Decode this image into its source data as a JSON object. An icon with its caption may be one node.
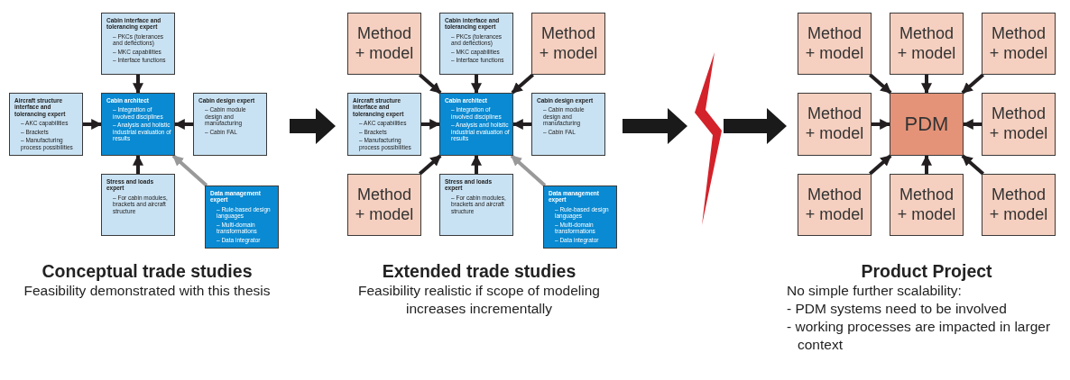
{
  "diagram": {
    "nodes": [
      {
        "text": [
          "Conceptual trade studies",
          "Feasibility demonstrated with this thesis"
        ]
      },
      {
        "text": [
          "Cabin interface and tolerancing expert",
          "– PKCs (tolerances and deflections)",
          "– MKC capabilities",
          "– Interface functions"
        ],
        "in": 0
      },
      {
        "text": [
          "Aircraft structure interface and tolerancing expert",
          "– AKC capabilities",
          "– Brackets",
          "– Manufacturing process possibilities"
        ],
        "in": 0
      },
      {
        "text": [
          "Cabin architect",
          "– Integration of involved disciplines",
          "– Analysis and holistic industrial evaluation of results"
        ],
        "in": 0
      },
      {
        "text": [
          "Cabin design expert",
          "– Cabin module design and manufacturing",
          "– Cabin FAL"
        ],
        "in": 0
      },
      {
        "text": [
          "Stress and loads expert",
          "– For cabin modules, brackets and aircraft structure"
        ],
        "in": 0
      },
      {
        "text": [
          "Data management expert",
          "– Rule-based design languages",
          "– Multi-domain transformations",
          "– Data integrator"
        ],
        "in": 0
      },
      {
        "text": [
          "Extended trade studies",
          "Feasibility realistic if scope of modeling increases incrementally"
        ]
      },
      {
        "text": [
          "Method + model"
        ],
        "in": 7
      },
      {
        "text": [
          "Cabin interface and tolerancing expert",
          "– PKCs (tolerances and deflections)",
          "– MKC capabilities",
          "– Interface functions"
        ],
        "in": 7
      },
      {
        "text": [
          "Method + model"
        ],
        "in": 7
      },
      {
        "text": [
          "Aircraft structure interface and tolerancing expert",
          "– AKC capabilities",
          "– Brackets",
          "– Manufacturing process possibilities"
        ],
        "in": 7
      },
      {
        "text": [
          "Cabin architect",
          "– Integration of involved disciplines",
          "– Analysis and holistic industrial evaluation of results"
        ],
        "in": 7
      },
      {
        "text": [
          "Cabin design expert",
          "– Cabin module design and manufacturing",
          "– Cabin FAL"
        ],
        "in": 7
      },
      {
        "text": [
          "Method + model"
        ],
        "in": 7
      },
      {
        "text": [
          "Stress and loads expert",
          "– For cabin modules, brackets and aircraft structure"
        ],
        "in": 7
      },
      {
        "text": [
          "Data management expert",
          "– Rule-based design languages",
          "– Multi-domain transformations",
          "– Data integrator"
        ],
        "in": 7
      },
      {
        "text": [],
        "shape": "picture"
      },
      {
        "text": [
          "Product Project",
          "No simple further scalability:",
          "- PDM systems need to be involved",
          "- working processes are impacted in larger context"
        ]
      },
      {
        "text": [
          "Method + model"
        ],
        "in": 18
      },
      {
        "text": [
          "Method + model"
        ],
        "in": 18
      },
      {
        "text": [
          "Method + model"
        ],
        "in": 18
      },
      {
        "text": [
          "Method + model"
        ],
        "in": 18
      },
      {
        "text": [
          "PDM"
        ],
        "in": 18
      },
      {
        "text": [
          "Method + model"
        ],
        "in": 18
      },
      {
        "text": [
          "Method + model"
        ],
        "in": 18
      },
      {
        "text": [
          "Method + model"
        ],
        "in": 18
      },
      {
        "text": [
          "Method + model"
        ],
        "in": 18
      }
    ],
    "edges": [
      {
        "from": 1,
        "to": 3,
        "arrow": "to"
      },
      {
        "from": 2,
        "to": 3,
        "arrow": "to"
      },
      {
        "from": 4,
        "to": 3,
        "arrow": "to"
      },
      {
        "from": 5,
        "to": 3,
        "arrow": "to"
      },
      {
        "from": 6,
        "to": 3,
        "arrow": "to",
        "color": "#999999"
      },
      {
        "from": 0,
        "to": 7,
        "arrow": "to",
        "style": "thick"
      },
      {
        "from": 8,
        "to": 12,
        "arrow": "to"
      },
      {
        "from": 9,
        "to": 12,
        "arrow": "to"
      },
      {
        "from": 10,
        "to": 12,
        "arrow": "to"
      },
      {
        "from": 11,
        "to": 12,
        "arrow": "to"
      },
      {
        "from": 13,
        "to": 12,
        "arrow": "to"
      },
      {
        "from": 14,
        "to": 12,
        "arrow": "to"
      },
      {
        "from": 15,
        "to": 12,
        "arrow": "to"
      },
      {
        "from": 16,
        "to": 12,
        "arrow": "to",
        "color": "#999999"
      },
      {
        "from": 7,
        "to": 17,
        "arrow": "to",
        "style": "thick"
      },
      {
        "from": 17,
        "to": 18,
        "arrow": "to",
        "style": "thick"
      },
      {
        "from": 19,
        "to": 23,
        "arrow": "to"
      },
      {
        "from": 20,
        "to": 23,
        "arrow": "to"
      },
      {
        "from": 21,
        "to": 23,
        "arrow": "to"
      },
      {
        "from": 22,
        "to": 23,
        "arrow": "to"
      },
      {
        "from": 24,
        "to": 23,
        "arrow": "to"
      },
      {
        "from": 25,
        "to": 23,
        "arrow": "to"
      },
      {
        "from": 26,
        "to": 23,
        "arrow": "to"
      },
      {
        "from": 27,
        "to": 23,
        "arrow": "to"
      }
    ]
  }
}
